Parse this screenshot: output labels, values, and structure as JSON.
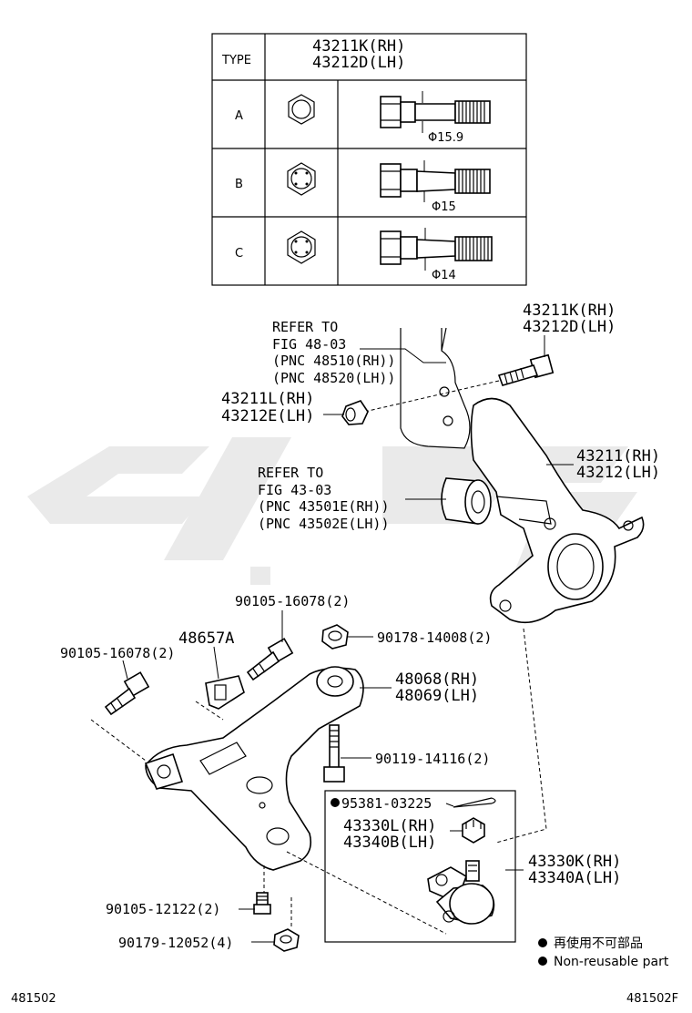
{
  "watermark_color": "#d9d9d9",
  "table": {
    "type_header": "TYPE",
    "part_rh": "43211K(RH)",
    "part_lh": "43212D(LH)",
    "rows": [
      {
        "type": "A",
        "dimension": "Φ15.9"
      },
      {
        "type": "B",
        "dimension": "Φ15"
      },
      {
        "type": "C",
        "dimension": "Φ14"
      }
    ]
  },
  "callouts": {
    "bolt_hub_rh": "43211K(RH)",
    "bolt_hub_lh": "43212D(LH)",
    "refer_48": {
      "line1": "REFER TO",
      "line2": "FIG 48-03",
      "line3": "(PNC 48510(RH))",
      "line4": "(PNC 48520(LH))"
    },
    "nut_rh": "43211L(RH)",
    "nut_lh": "43212E(LH)",
    "knuckle_rh": "43211(RH)",
    "knuckle_lh": "43212(LH)",
    "refer_43": {
      "line1": "REFER TO",
      "line2": "FIG 43-03",
      "line3": "(PNC 43501E(RH))",
      "line4": "(PNC 43502E(LH))"
    },
    "bolt_90105_16078_top": "90105-16078(2)",
    "bracket": "48657A",
    "bolt_90105_16078_left": "90105-16078(2)",
    "nut_90178": "90178-14008(2)",
    "arm_rh": "48068(RH)",
    "arm_lh": "48069(LH)",
    "bolt_90119": "90119-14116(2)",
    "pin": "95381-03225",
    "balljoint_nut_rh": "43330L(RH)",
    "balljoint_nut_lh": "43340B(LH)",
    "balljoint_rh": "43330K(RH)",
    "balljoint_lh": "43340A(LH)",
    "bolt_90105_12122": "90105-12122(2)",
    "nut_90179": "90179-12052(4)"
  },
  "legend": {
    "line_jp": "再使用不可部品",
    "line_en": "Non-reusable part"
  },
  "footer": {
    "left_code": "481502",
    "right_code": "481502F"
  }
}
